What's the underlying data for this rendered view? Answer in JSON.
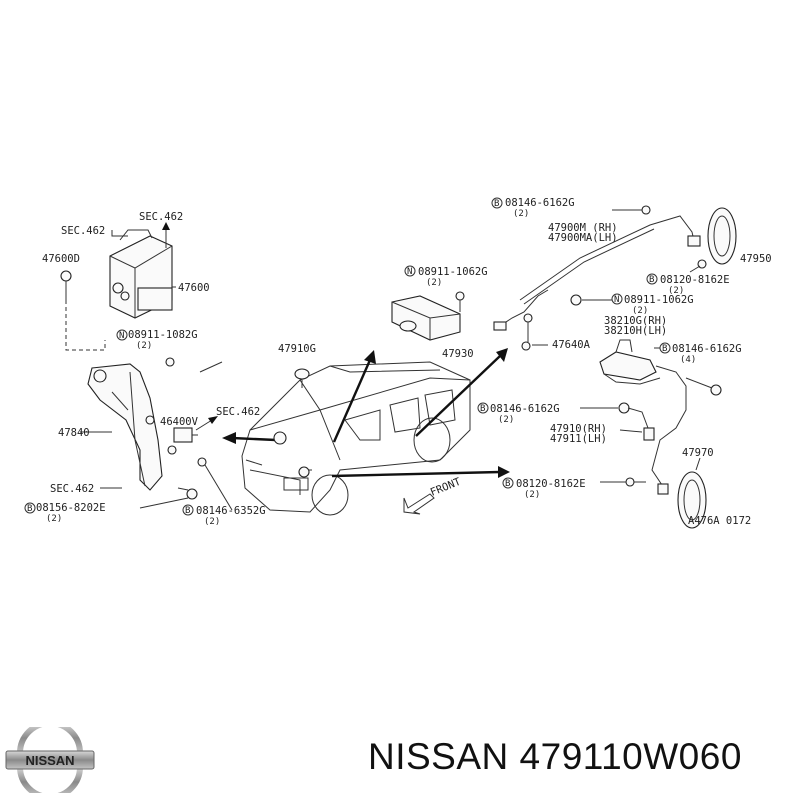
{
  "diagram": {
    "labels": {
      "sec462_top": "SEC.462",
      "sec462_left": "SEC.462",
      "p47600D": "47600D",
      "p47600": "47600",
      "n08911_1082G": "08911-1082G",
      "n08911_1082G_q": "(2)",
      "p47840": "47840",
      "p46400V": "46400V",
      "sec462_mid": "SEC.462",
      "sec462_bottom": "SEC.462",
      "b08156_8202E": "08156-8202E",
      "b08156_8202E_q": "(2)",
      "b08146_6352G": "08146-6352G",
      "b08146_6352G_q": "(2)",
      "p47910G": "47910G",
      "n08911_1062G_a": "08911-1062G",
      "n08911_1062G_a_q": "(2)",
      "p47930": "47930",
      "b08146_6162G_top": "08146-6162G",
      "b08146_6162G_top_q": "(2)",
      "p47900M": "47900M (RH)",
      "p47900MA": "47900MA(LH)",
      "p47950": "47950",
      "b08120_8162E_top": "08120-8162E",
      "b08120_8162E_top_q": "(2)",
      "n08911_1062G_b": "08911-1062G",
      "n08911_1062G_b_q": "(2)",
      "p38210G": "38210G(RH)",
      "p38210H": "38210H(LH)",
      "p47640A": "47640A",
      "b08146_6162G_mid": "08146-6162G",
      "b08146_6162G_mid_q": "(4)",
      "b08146_6162G_low": "08146-6162G",
      "b08146_6162G_low_q": "(2)",
      "p47910": "47910(RH)",
      "p47911": "47911(LH)",
      "p47970": "47970",
      "b08120_8162E_low": "08120-8162E",
      "b08120_8162E_low_q": "(2)",
      "front": "FRONT",
      "ref": "A476A 0172",
      "circle_b": "B",
      "circle_n": "N"
    }
  },
  "brand": {
    "logo_text": "NISSAN",
    "caption": "NISSAN 479110W060"
  }
}
